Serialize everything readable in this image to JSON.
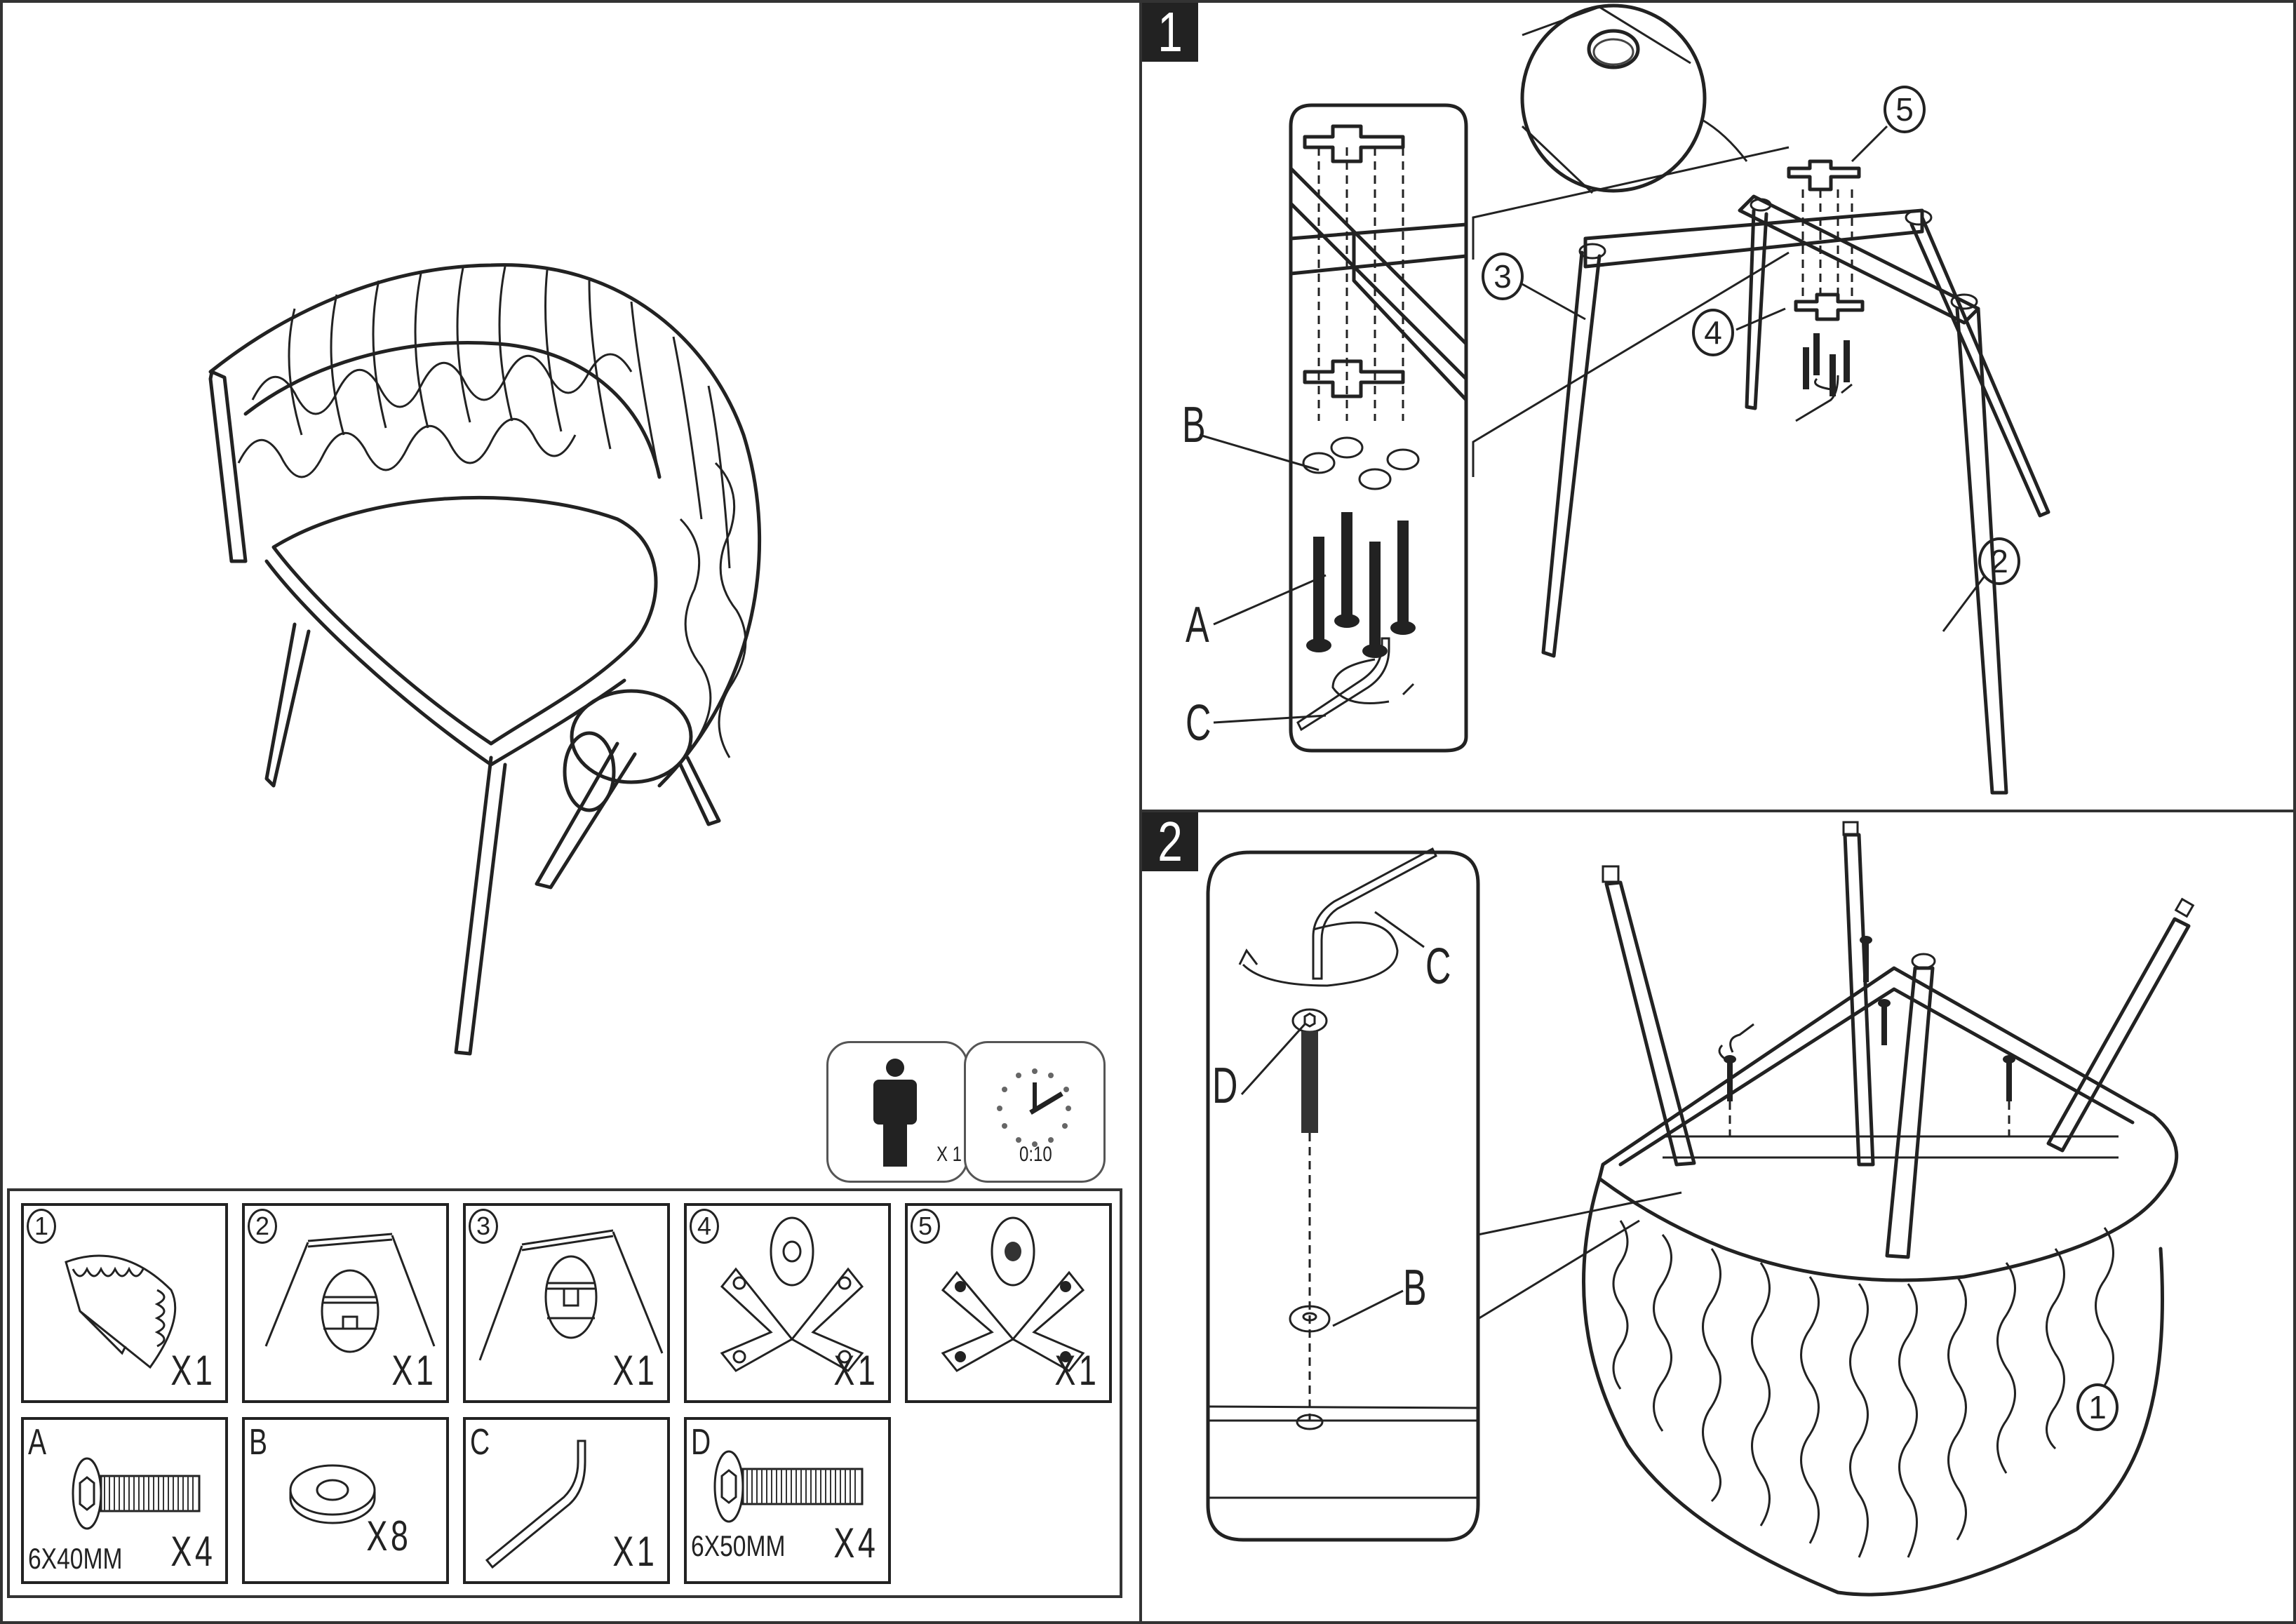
{
  "document": {
    "type": "assembly-instructions",
    "product": "woven chair"
  },
  "info_cards": {
    "people": {
      "icon": "person-icon",
      "count_label": "X 1"
    },
    "time": {
      "icon": "clock-icon",
      "duration_label": "0:10"
    }
  },
  "parts": [
    {
      "id": "1",
      "style": "circled",
      "name": "woven seat shell",
      "qty": "X1"
    },
    {
      "id": "2",
      "style": "circled",
      "name": "front leg frame",
      "qty": "X1"
    },
    {
      "id": "3",
      "style": "circled",
      "name": "rear leg frame",
      "qty": "X1"
    },
    {
      "id": "4",
      "style": "circled",
      "name": "cross plate (holes)",
      "qty": "X1"
    },
    {
      "id": "5",
      "style": "circled",
      "name": "cross plate (threaded)",
      "qty": "X1"
    }
  ],
  "hardware": [
    {
      "id": "A",
      "name": "bolt",
      "size": "6X40MM",
      "qty": "X4"
    },
    {
      "id": "B",
      "name": "washer",
      "size": "",
      "qty": "X8"
    },
    {
      "id": "C",
      "name": "allen key",
      "size": "",
      "qty": "X1"
    },
    {
      "id": "D",
      "name": "bolt",
      "size": "6X50MM",
      "qty": "X4"
    }
  ],
  "steps": [
    {
      "number": "1",
      "callouts": {
        "A": "A",
        "B": "B",
        "C": "C",
        "p2": "2",
        "p3": "3",
        "p4": "4",
        "p5": "5"
      }
    },
    {
      "number": "2",
      "callouts": {
        "B": "B",
        "C": "C",
        "D": "D",
        "p1": "1"
      }
    }
  ]
}
